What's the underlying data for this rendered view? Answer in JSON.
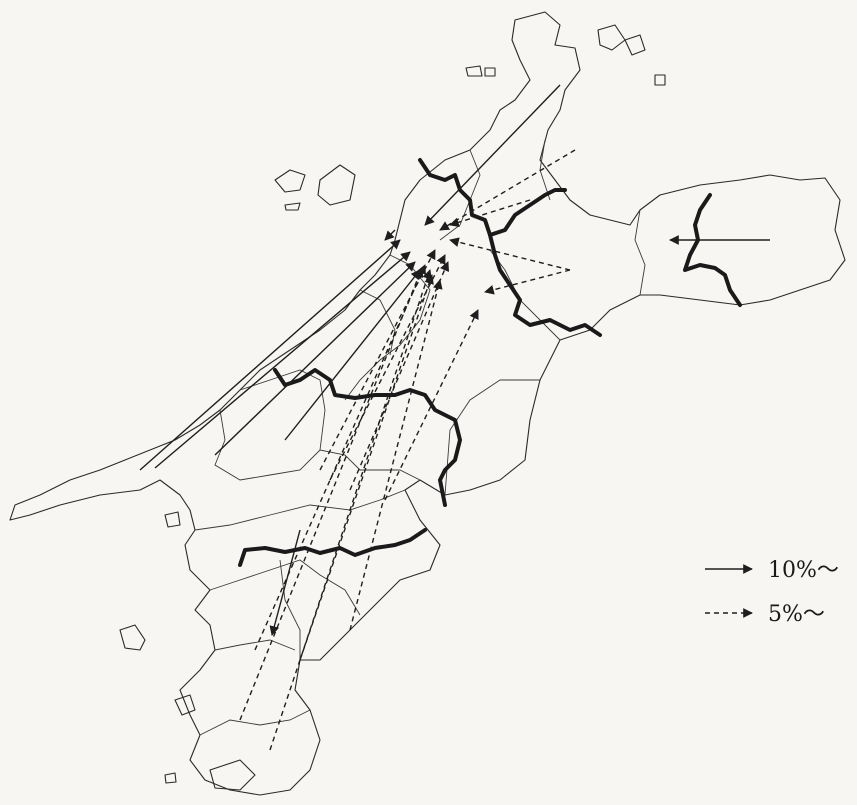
{
  "legend": {
    "solid_label": "10%～",
    "dashed_label": "5%～"
  },
  "colors": {
    "ink": "#1e1e1e",
    "paper": "#f7f6f3"
  },
  "map": {
    "flow_styles": [
      "solid",
      "dashed"
    ],
    "arrow_count_solid": 8,
    "arrow_count_dashed": 13
  }
}
